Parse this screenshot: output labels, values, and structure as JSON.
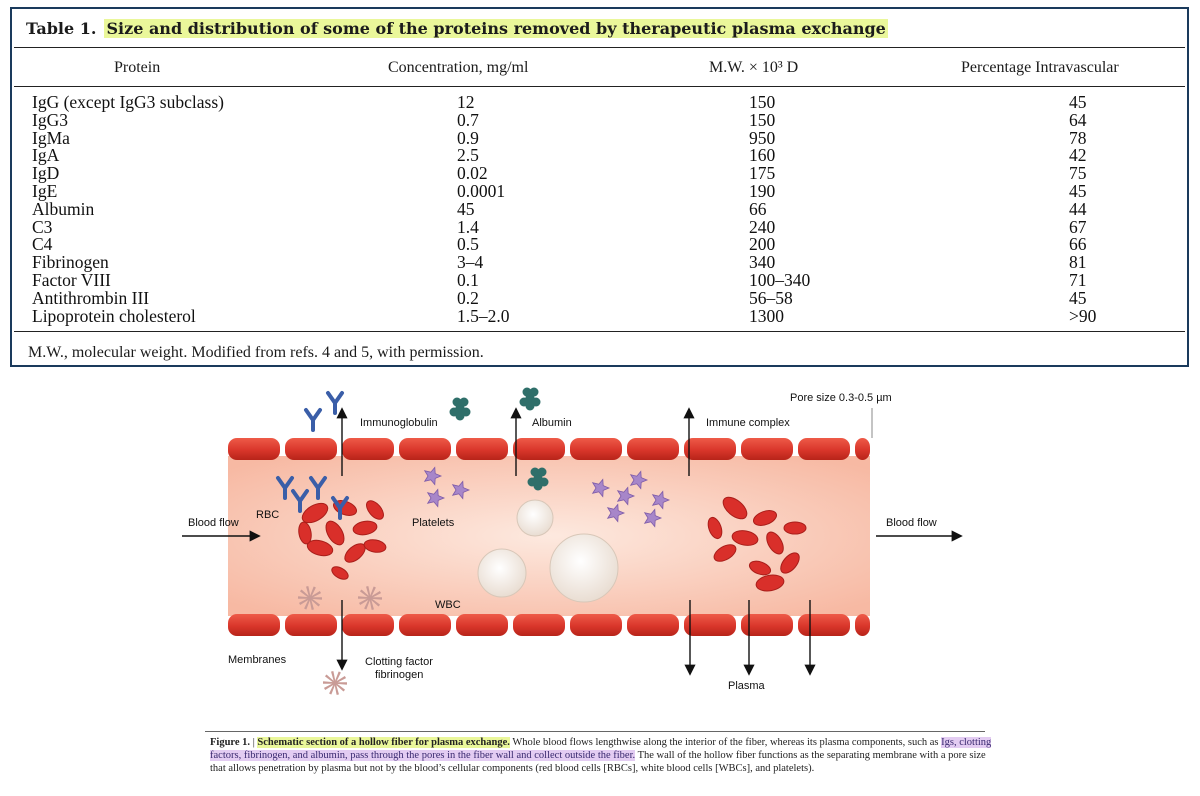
{
  "table": {
    "label": "Table 1.",
    "caption": "Size and distribution of some of the proteins removed by therapeutic plasma exchange",
    "headers": [
      "Protein",
      "Concentration, mg/ml",
      "M.W. × 10³ D",
      "Percentage Intravascular"
    ],
    "rows": [
      [
        "IgG (except IgG3 subclass)",
        "12",
        "150",
        "45"
      ],
      [
        "IgG3",
        "0.7",
        "150",
        "64"
      ],
      [
        "IgMa",
        "0.9",
        "950",
        "78"
      ],
      [
        "IgA",
        "2.5",
        "160",
        "42"
      ],
      [
        "IgD",
        "0.02",
        "175",
        "75"
      ],
      [
        "IgE",
        "0.0001",
        "190",
        "45"
      ],
      [
        "Albumin",
        "45",
        "66",
        "44"
      ],
      [
        "C3",
        "1.4",
        "240",
        "67"
      ],
      [
        "C4",
        "0.5",
        "200",
        "66"
      ],
      [
        "Fibrinogen",
        "3–4",
        "340",
        "81"
      ],
      [
        "Factor VIII",
        "0.1",
        "100–340",
        "71"
      ],
      [
        "Antithrombin III",
        "0.2",
        "56–58",
        "45"
      ],
      [
        "Lipoprotein cholesterol",
        "1.5–2.0",
        "1300",
        ">90"
      ]
    ],
    "note": "M.W., molecular weight. Modified from refs. 4 and 5, with permission."
  },
  "diagram": {
    "labels": {
      "pore_size": "Pore size 0.3-0.5 µm",
      "immunoglobulin": "Immunoglobulin",
      "albumin": "Albumin",
      "immune_complex": "Immune complex",
      "rbc": "RBC",
      "platelets": "Platelets",
      "blood_flow_left": "Blood flow",
      "blood_flow_right": "Blood flow",
      "wbc": "WBC",
      "membranes": "Membranes",
      "clotting_factor_1": "Clotting factor",
      "clotting_factor_2": "fibrinogen",
      "plasma": "Plasma"
    },
    "colors": {
      "membrane": "#d9362b",
      "lumen": "#fbd3c3",
      "rbc": "#d92f2a",
      "platelet": "#a786c9",
      "wbc": "#f5ede6",
      "immunoglobulin": "#3a5ea8",
      "albumin": "#2f6f6a"
    }
  },
  "figure": {
    "label": "Figure 1.",
    "sep": " | ",
    "title": "Schematic section of a hollow fiber for plasma exchange.",
    "text1": " Whole blood flows lengthwise along the interior of the fiber, whereas its plasma components, such as ",
    "highlight": "Igs, clotting factors, fibrinogen, and albumin, pass through the pores in the fiber wall and collect outside the fiber.",
    "text2": " The wall of the hollow fiber functions as the separating membrane with a pore size that allows penetration by plasma but not by the blood’s cellular components (red blood cells [RBCs], white blood cells [WBCs], and platelets)."
  }
}
